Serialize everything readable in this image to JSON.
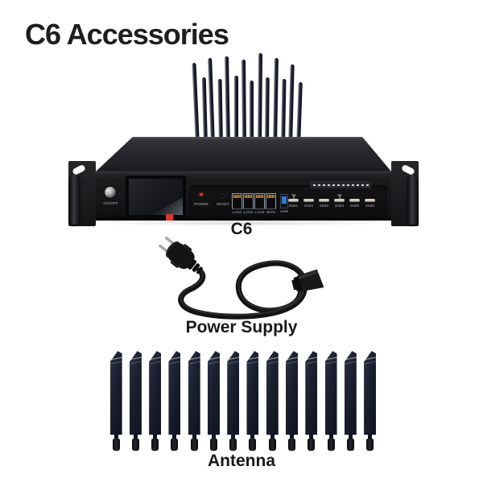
{
  "page": {
    "title": "C6 Accessories"
  },
  "device": {
    "label": "C6",
    "top_antennas": {
      "count": 14,
      "pitch": 9.6,
      "heights": [
        104,
        86,
        110,
        84,
        112,
        88,
        108,
        82,
        116,
        86,
        110,
        84,
        102,
        80
      ],
      "tilts": [
        -2.5,
        -1.5,
        -2,
        -1,
        -1,
        0,
        -0.5,
        0,
        0.5,
        0.5,
        1,
        1,
        1.5,
        2
      ]
    },
    "panel": {
      "onoff_label": "ON/OFF",
      "power_label": "POWER",
      "reset_label": "RESET",
      "ethernet_ports": [
        "LAN1",
        "LAN2",
        "LAN3",
        "WAN"
      ],
      "usb_label": "USB",
      "sim_slots": [
        "SIM1",
        "SIM2",
        "SIM3",
        "SIM4",
        "SIM5",
        "SIM6"
      ],
      "signal_icon_slots": [
        0,
        3
      ],
      "led_count": 12
    }
  },
  "power_supply": {
    "label": "Power Supply"
  },
  "antennas": {
    "label": "Antenna",
    "count": 14
  },
  "colors": {
    "background": "#ffffff",
    "text": "#1b1b1b",
    "chassis": "#1a1a1d",
    "antenna_body": "#1b2030",
    "usb_port": "#3579cf",
    "ethernet_pins": "#d2a54f",
    "screen_tab": "#d8382c",
    "power_led": "#e0392b"
  }
}
